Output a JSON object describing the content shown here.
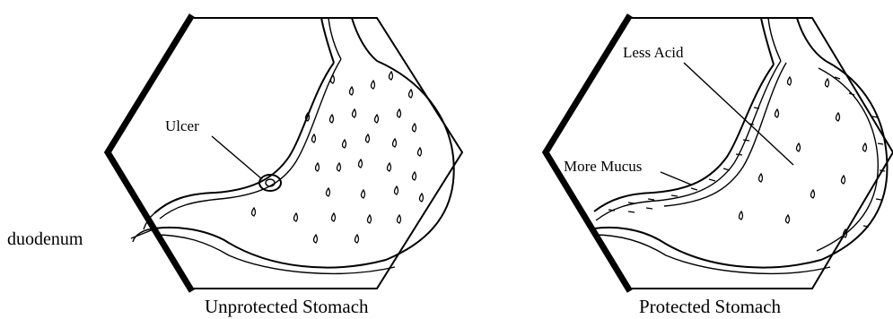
{
  "panels": [
    {
      "caption": "Unprotected Stomach",
      "labels": {
        "ulcer": "Ulcer",
        "duodenum": "duodenum"
      }
    },
    {
      "caption": "Protected Stomach",
      "labels": {
        "less_acid": "Less Acid",
        "more_mucus": "More Mucus"
      }
    }
  ],
  "colors": {
    "ink": "#000000",
    "background": "#ffffff"
  }
}
